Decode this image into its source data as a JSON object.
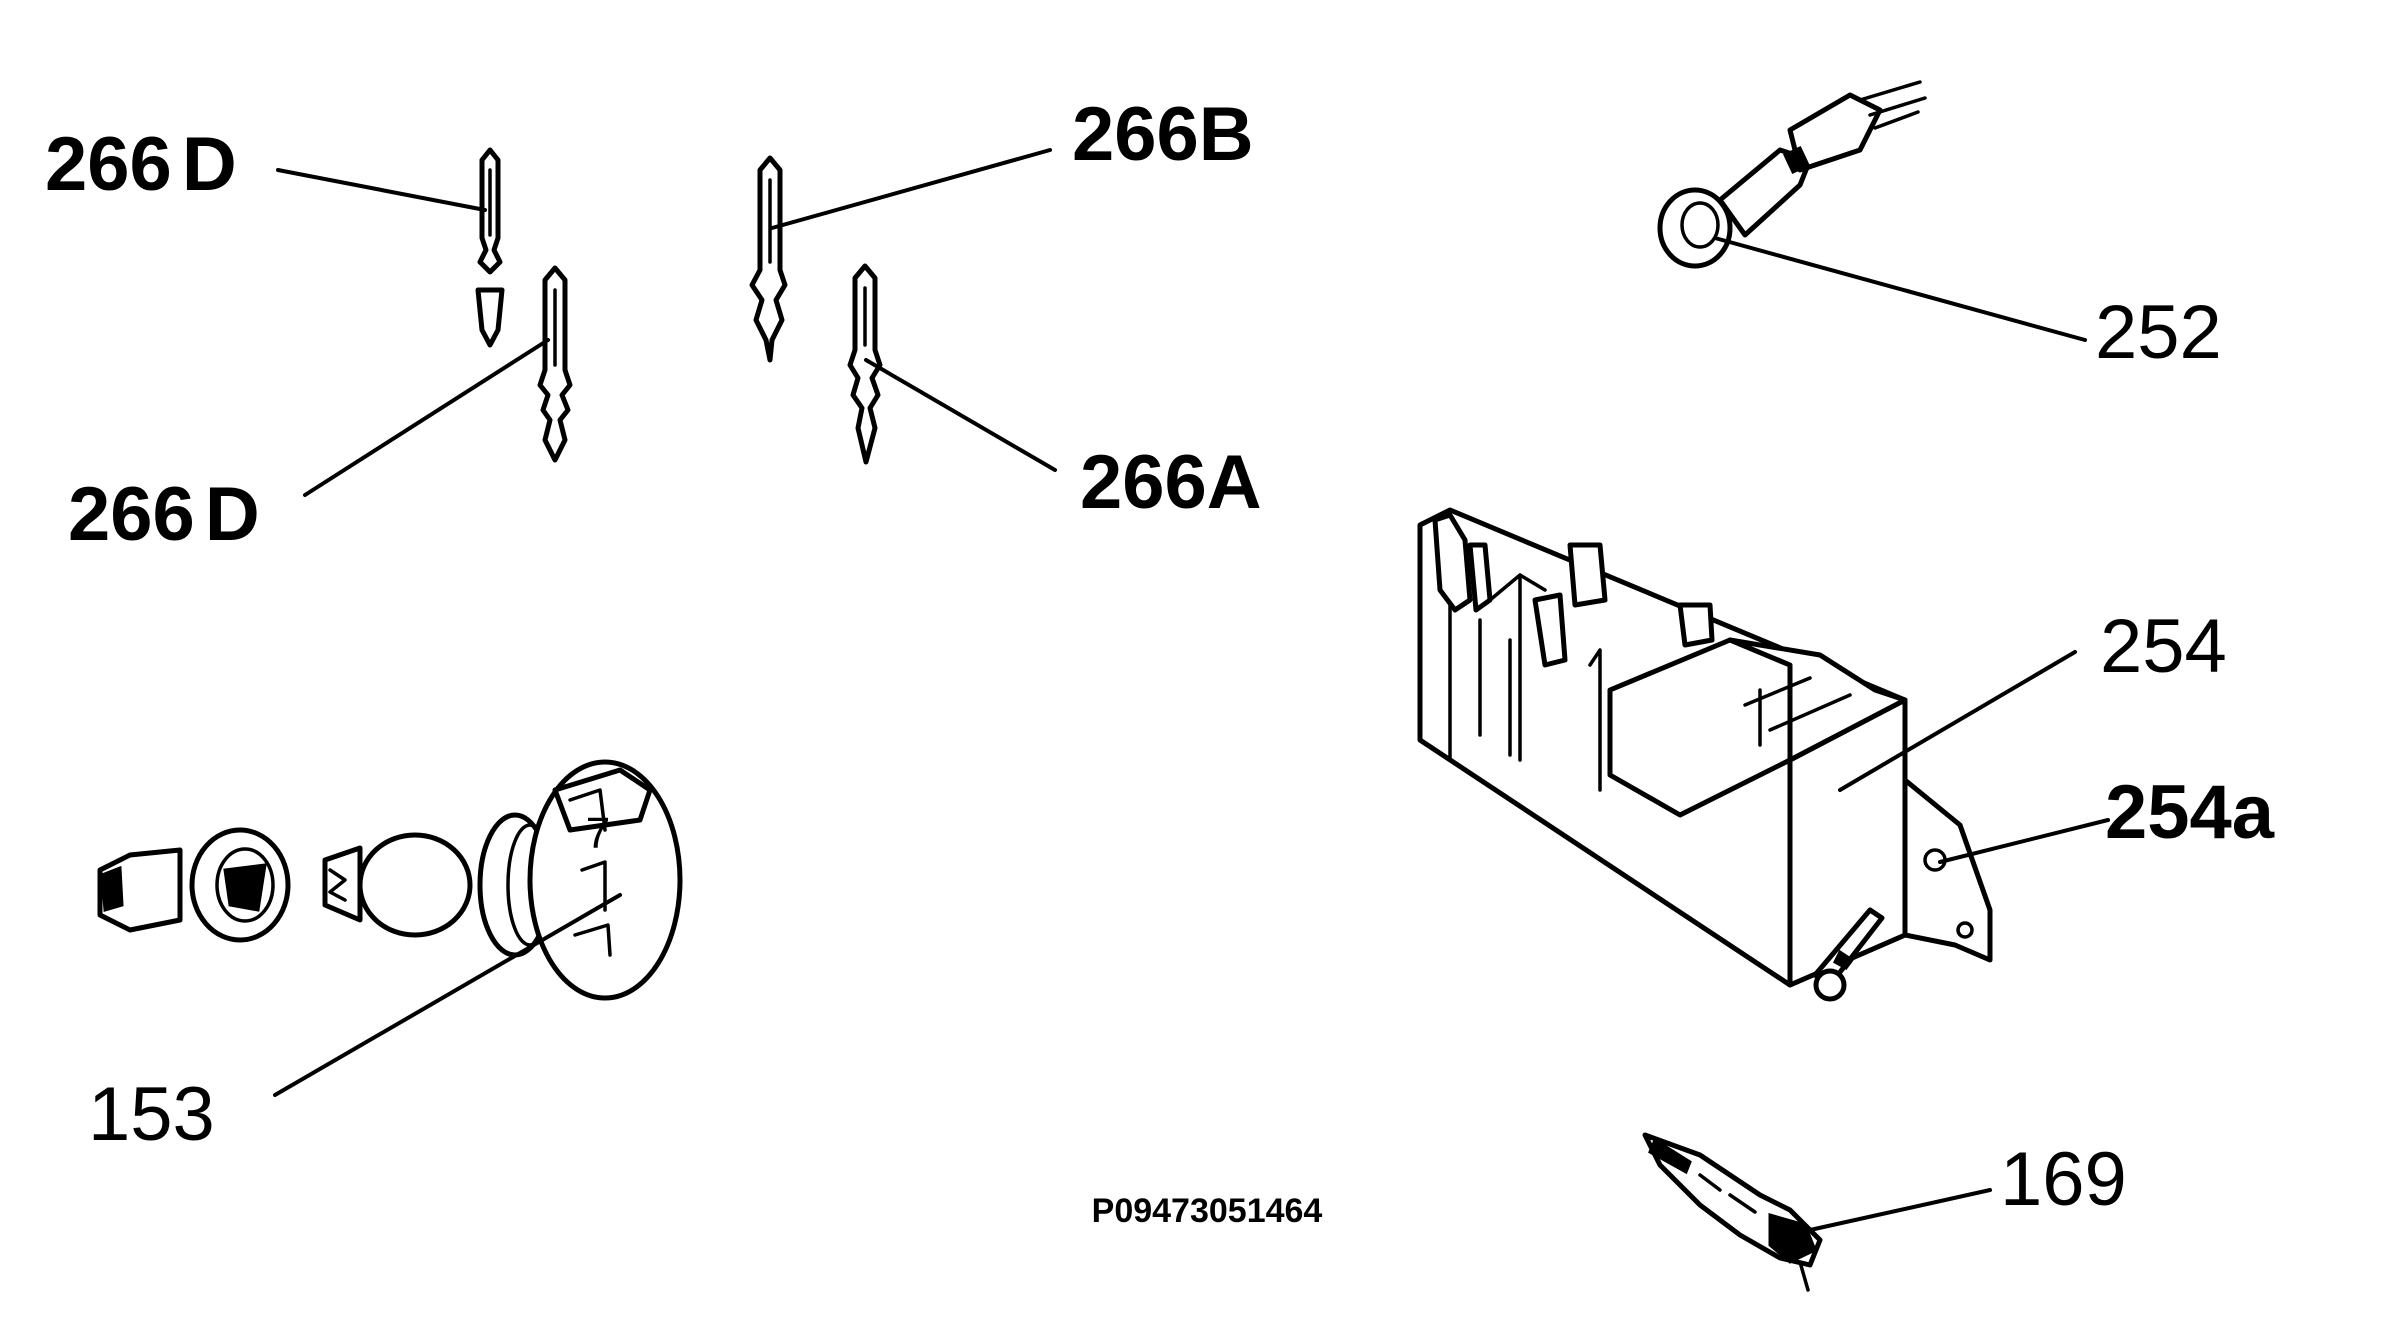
{
  "labels": {
    "l266d_top": "266",
    "l266d_top_suffix": "D",
    "l266d_bottom": "266",
    "l266d_bottom_suffix": "D",
    "l266b": "266B",
    "l266a": "266A",
    "l252": "252",
    "l254": "254",
    "l254a": "254a",
    "l153": "153",
    "l169": "169"
  },
  "drawing_code": "P09473051464"
}
